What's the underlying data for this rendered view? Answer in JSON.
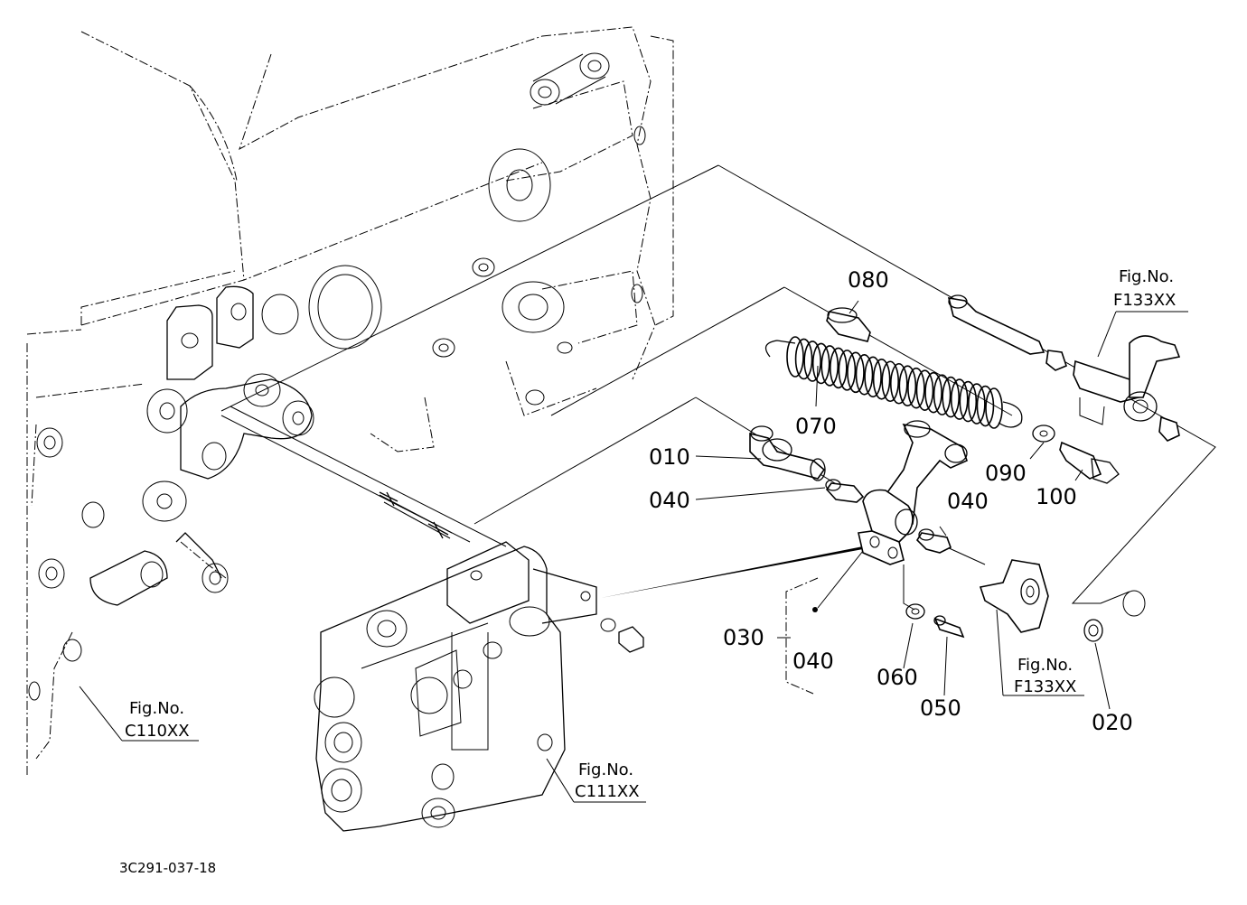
{
  "parts": {
    "p010": "010",
    "p020": "020",
    "p030": "030",
    "p040a": "040",
    "p040b": "040",
    "p040c": "040",
    "p050": "050",
    "p060": "060",
    "p070": "070",
    "p080": "080",
    "p090": "090",
    "p100": "100"
  },
  "figures": {
    "fig_label": "Fig.No.",
    "c110": "C110XX",
    "c111": "C111XX",
    "f133_top": "F133XX",
    "f133_bottom": "F133XX"
  },
  "reference_code": "3C291-037-18"
}
